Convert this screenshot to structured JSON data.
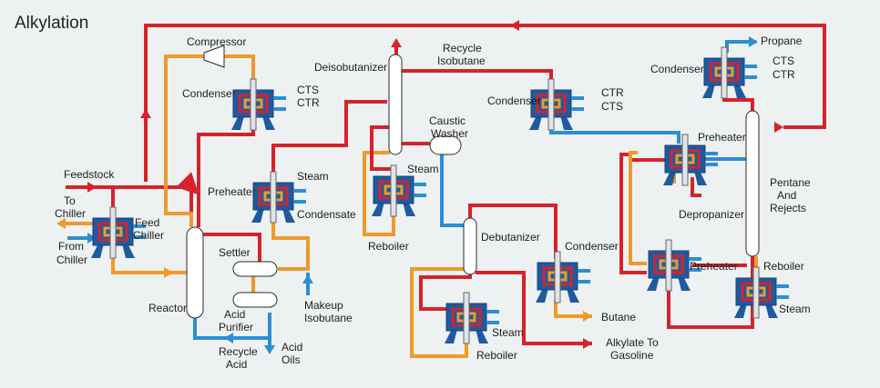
{
  "title": "Alkylation",
  "colors": {
    "hot": "#d6232b",
    "warm": "#ef9a2a",
    "cold": "#2b8fd1",
    "unit": "#1f5aa0",
    "dark": "#1e3f74",
    "vessel": "#ffffff"
  },
  "labels": {
    "compressor": "Compressor",
    "condenser": "Condenser",
    "cts": "CTS",
    "ctr": "CTR",
    "deisobutanizer": "Deisobutanizer",
    "recycle": "Recycle",
    "isobutane": "Isobutane",
    "propane": "Propane",
    "caustic": "Caustic",
    "washer": "Washer",
    "steam": "Steam",
    "preheater": "Preheater",
    "condensate": "Condensate",
    "feedstock": "Feedstock",
    "to": "To",
    "chiller": "Chiller",
    "feed": "Feed",
    "from": "From",
    "settler": "Settler",
    "makeup": "Makeup",
    "reboiler": "Reboiler",
    "debutanizer": "Debutanizer",
    "depropanizer": "Depropanizer",
    "pentane": "Pentane",
    "and": "And",
    "rejects": "Rejects",
    "reactor": "Reactor",
    "acid": "Acid",
    "purifier": "Purifier",
    "oils": "Oils",
    "butane": "Butane",
    "alkylate_to": "Alkylate To",
    "gasoline": "Gasoline"
  }
}
